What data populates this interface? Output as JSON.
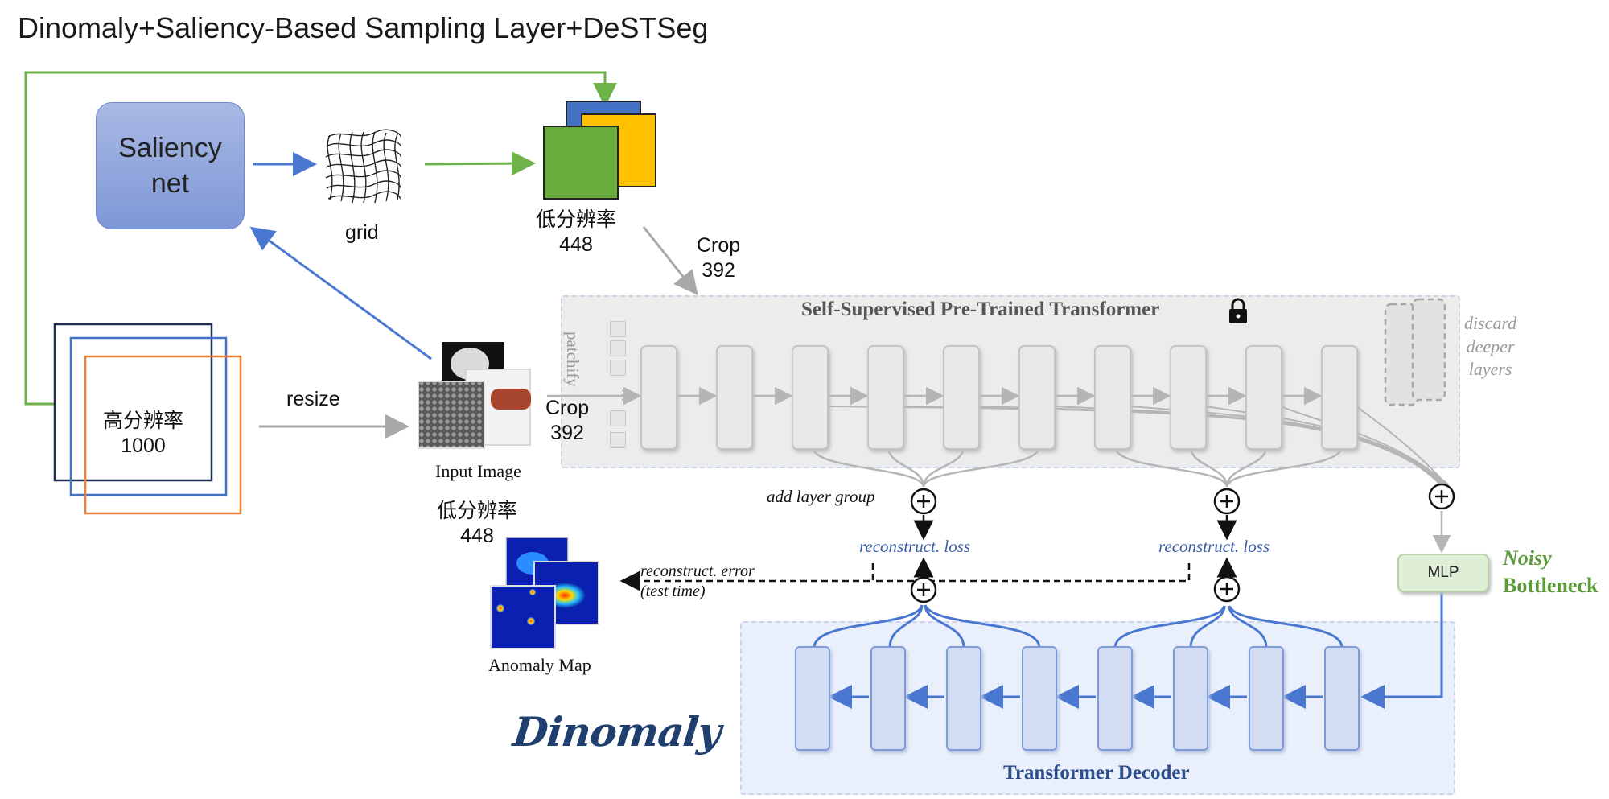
{
  "title": "Dinomaly+Saliency-Based Sampling Layer+DeSTSeg",
  "saliency_net": {
    "line1": "Saliency",
    "line2": "net"
  },
  "grid_label": "grid",
  "low_res_top": {
    "line1": "低分辨率",
    "line2": "448"
  },
  "crop_top": {
    "line1": "Crop",
    "line2": "392"
  },
  "high_res": {
    "line1": "高分辨率",
    "line2": "1000"
  },
  "resize_label": "resize",
  "crop_mid": {
    "line1": "Crop",
    "line2": "392"
  },
  "input_image_label": "Input Image",
  "low_res_bottom": {
    "line1": "低分辨率",
    "line2": "448"
  },
  "anomaly_map_label": "Anomaly Map",
  "encoder": {
    "title": "Self-Supervised Pre-Trained Transformer",
    "patchify_label": "patchify",
    "discard_label": [
      "discard",
      "deeper",
      "layers"
    ],
    "block_count": 10
  },
  "add_layer_group_label": "add layer group",
  "reconstruct_loss_label": "reconstruct. loss",
  "reconstruct_error_label": {
    "line1": "reconstruct. error",
    "line2": "(test time)"
  },
  "mlp_label": "MLP",
  "noisy_bottleneck": {
    "line1": "Noisy",
    "line2": "Bottleneck"
  },
  "decoder": {
    "title": "Transformer Decoder",
    "block_count": 8
  },
  "logo_text": "Dinomaly",
  "colors": {
    "green_arrow": "#6db34a",
    "blue_arrow": "#4a78d0",
    "gray_arrow": "#a8a8a8",
    "noisy_green": "#5c9a3a",
    "decoder_title": "#2b4d8c",
    "loss_blue": "#3a5fa8",
    "square_green": "#6aab3e",
    "square_yellow": "#ffc000",
    "square_blue": "#4472c4",
    "frame_navy": "#1f2d50",
    "frame_blue": "#4472c4",
    "frame_orange": "#ed7d31"
  },
  "icons": [
    "lock-icon",
    "plus-circle-icon",
    "warped-grid-icon",
    "input-image-thumbnail",
    "anomaly-map-thumbnail",
    "dinomaly-logo"
  ]
}
